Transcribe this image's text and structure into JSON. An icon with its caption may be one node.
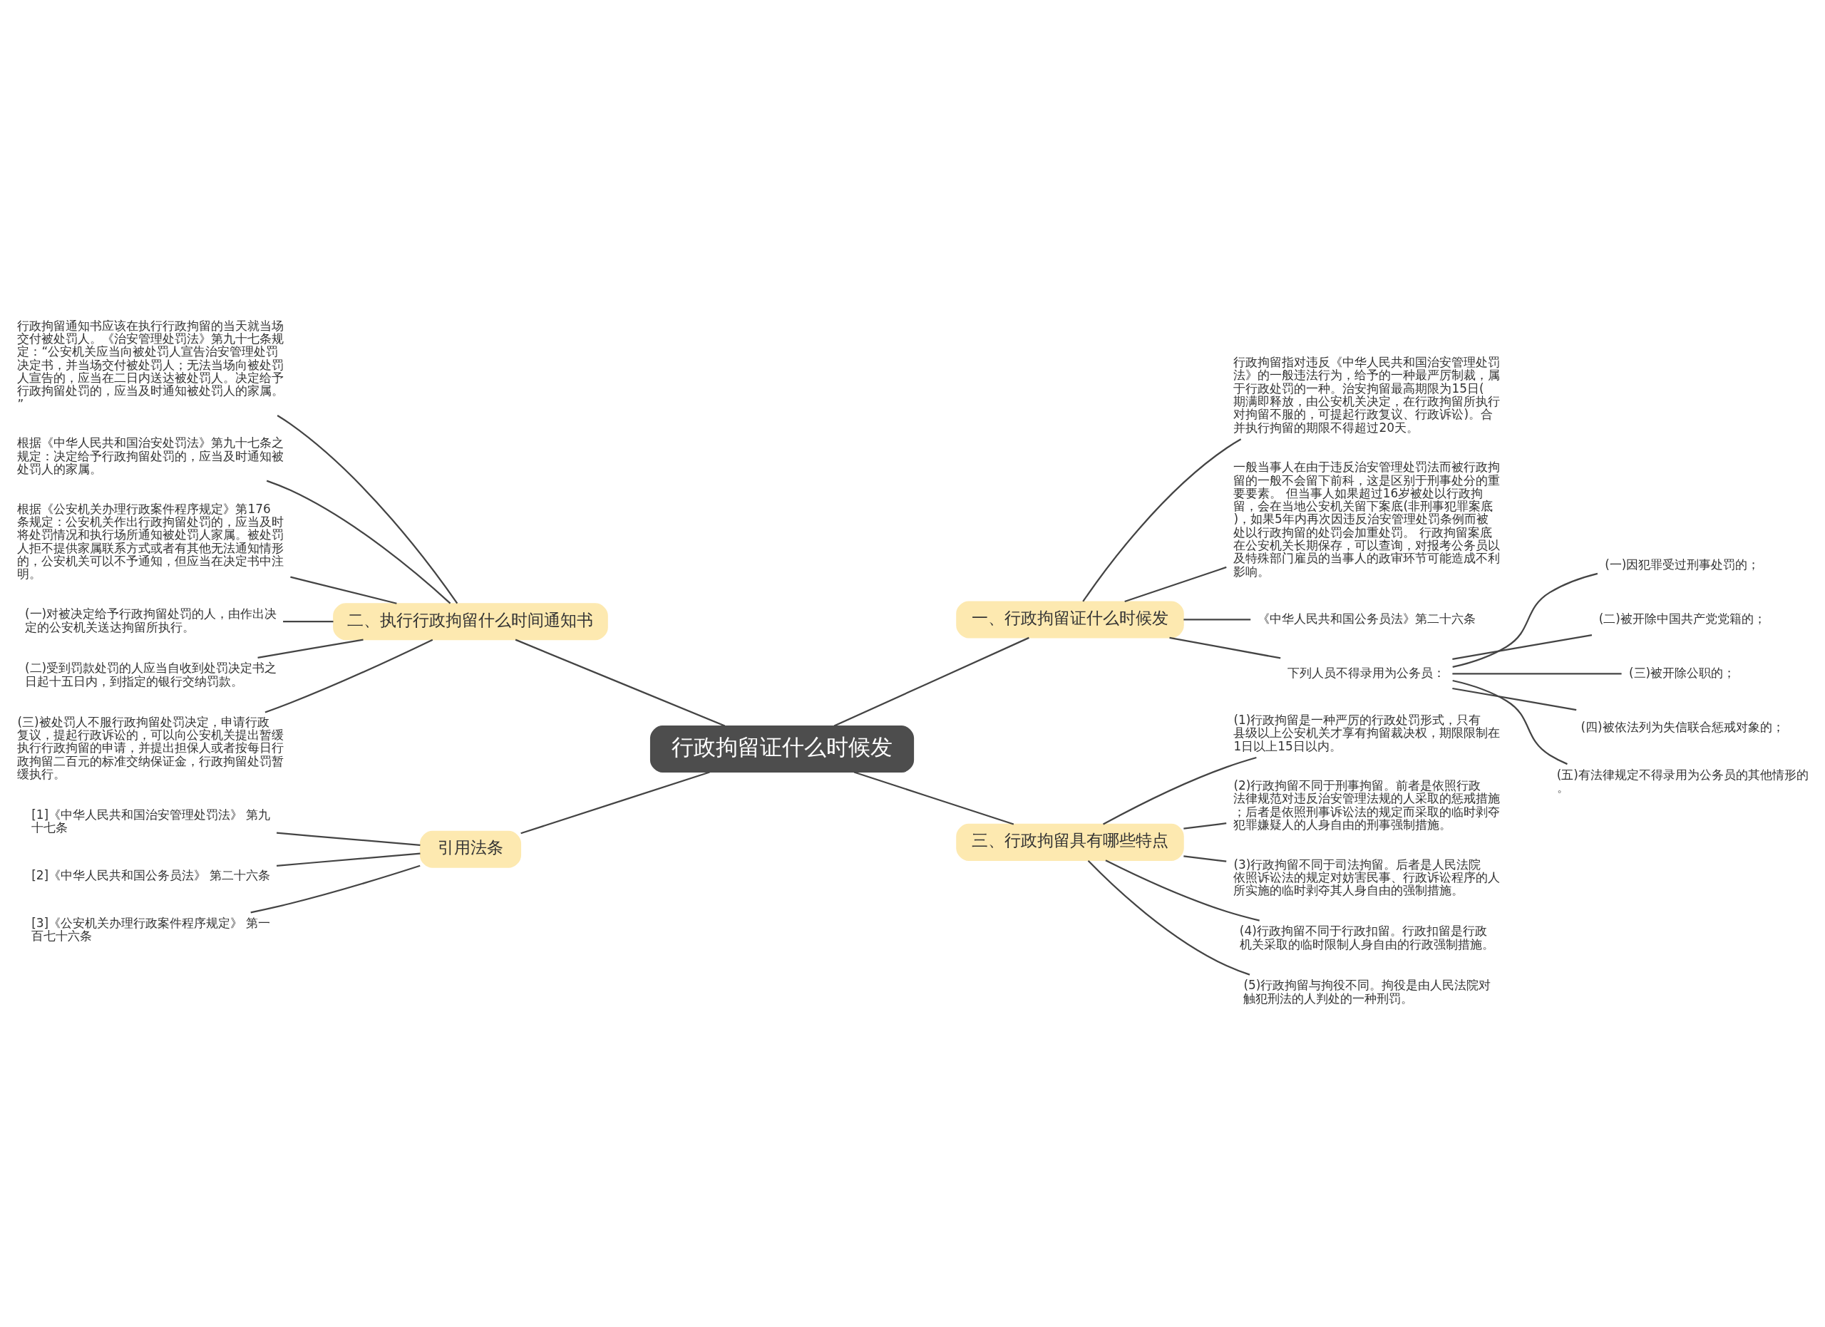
{
  "diagram": {
    "nodes": [
      {
        "text": [
          "行政拘留证什么时候发"
        ]
      },
      {
        "text": [
          "一、行政拘留证什么时候发"
        ]
      },
      {
        "text": [
          "行政拘留指对违反《中华人民共和国治安管理处罚法》的一般违法行为，给予的一种最严厉制裁，属于行政处罚的一种。治安拘留最高期限为15日(期满即释放，由公安机关决定，在行政拘留所执行对拘留不服的，可提起行政复议、行政诉讼)。合并执行拘留的期限不得超过20天。"
        ]
      },
      {
        "text": [
          "一般当事人在由于违反治安管理处罚法而被行政拘留的一般不会留下前科，这是区别于刑事处分的重要要素。 但当事人如果超过16岁被处以行政拘留，会在当地公安机关留下案底(非刑事犯罪案底)，如果5年内再次因违反治安管理处罚条例而被处以行政拘留的处罚会加重处罚。 行政拘留案底在公安机关长期保存，可以查询，对报考公务员以及特殊部门雇员的当事人的政审环节可能造成不利影响。"
        ]
      },
      {
        "text": [
          "《中华人民共和国公务员法》第二十六条"
        ]
      },
      {
        "text": [
          "下列人员不得录用为公务员："
        ]
      },
      {
        "text": [
          "(一)因犯罪受过刑事处罚的；"
        ]
      },
      {
        "text": [
          "(二)被开除中国共产党党籍的；"
        ]
      },
      {
        "text": [
          "(三)被开除公职的；"
        ]
      },
      {
        "text": [
          "(四)被依法列为失信联合惩戒对象的；"
        ]
      },
      {
        "text": [
          "(五)有法律规定不得录用为公务员的其他情形的。"
        ]
      },
      {
        "text": [
          "三、行政拘留具有哪些特点"
        ]
      },
      {
        "text": [
          "(1)行政拘留是一种严厉的行政处罚形式，只有县级以上公安机关才享有拘留裁决权，期限限制在1日以上15日以内。"
        ]
      },
      {
        "text": [
          "(2)行政拘留不同于刑事拘留。前者是依照行政法律规范对违反治安管理法规的人采取的惩戒措施；后者是依照刑事诉讼法的规定而采取的临时剥夺犯罪嫌疑人的人身自由的刑事强制措施。"
        ]
      },
      {
        "text": [
          "(3)行政拘留不同于司法拘留。后者是人民法院依照诉讼法的规定对妨害民事、行政诉讼程序的人所实施的临时剥夺其人身自由的强制措施。"
        ]
      },
      {
        "text": [
          "(4)行政拘留不同于行政扣留。行政扣留是行政机关采取的临时限制人身自由的行政强制措施。"
        ]
      },
      {
        "text": [
          "(5)行政拘留与拘役不同。拘役是由人民法院对触犯刑法的人判处的一种刑罚。"
        ]
      },
      {
        "text": [
          "二、执行行政拘留什么时间通知书"
        ]
      },
      {
        "text": [
          "行政拘留通知书应该在执行行政拘留的当天就当场交付被处罚人。《治安管理处罚法》第九十七条规定：“公安机关应当向被处罚人宣告治安管理处罚决定书，并当场交付被处罚人；无法当场向被处罚人宣告的，应当在二日内送达被处罚人。决定给予行政拘留处罚的，应当及时通知被处罚人的家属。”"
        ]
      },
      {
        "text": [
          "根据《中华人民共和国治安处罚法》第九十七条之规定：决定给予行政拘留处罚的，应当及时通知被处罚人的家属。"
        ]
      },
      {
        "text": [
          "根据《公安机关办理行政案件程序规定》第176条规定：公安机关作出行政拘留处罚的，应当及时将处罚情况和执行场所通知被处罚人家属。被处罚人拒不提供家属联系方式或者有其他无法通知情形的，公安机关可以不予通知，但应当在决定书中注明。"
        ]
      },
      {
        "text": [
          "(一)对被决定给予行政拘留处罚的人，由作出决定的公安机关送达拘留所执行。"
        ]
      },
      {
        "text": [
          "(二)受到罚款处罚的人应当自收到处罚决定书之日起十五日内，到指定的银行交纳罚款。"
        ]
      },
      {
        "text": [
          "(三)被处罚人不服行政拘留处罚决定，申请行政复议，提起行政诉讼的，可以向公安机关提出暂缓执行行政拘留的申请，并提出担保人或者按每日行政拘留二百元的标准交纳保证金，行政拘留处罚暂缓执行。"
        ]
      },
      {
        "text": [
          "引用法条"
        ]
      },
      {
        "text": [
          "[1]《中华人民共和国治安管理处罚法》 第九十七条"
        ]
      },
      {
        "text": [
          "[2]《中华人民共和国公务员法》 第二十六条"
        ]
      },
      {
        "text": [
          "[3]《公安机关办理行政案件程序规定》 第一百七十六条"
        ]
      }
    ],
    "edges": [
      {
        "from": 0,
        "to": 1,
        "arrow": "none"
      },
      {
        "from": 1,
        "to": 2,
        "arrow": "none"
      },
      {
        "from": 1,
        "to": 3,
        "arrow": "none"
      },
      {
        "from": 1,
        "to": 4,
        "arrow": "none"
      },
      {
        "from": 1,
        "to": 5,
        "arrow": "none"
      },
      {
        "from": 5,
        "to": 6,
        "arrow": "none"
      },
      {
        "from": 5,
        "to": 7,
        "arrow": "none"
      },
      {
        "from": 5,
        "to": 8,
        "arrow": "none"
      },
      {
        "from": 5,
        "to": 9,
        "arrow": "none"
      },
      {
        "from": 5,
        "to": 10,
        "arrow": "none"
      },
      {
        "from": 0,
        "to": 11,
        "arrow": "none"
      },
      {
        "from": 11,
        "to": 12,
        "arrow": "none"
      },
      {
        "from": 11,
        "to": 13,
        "arrow": "none"
      },
      {
        "from": 11,
        "to": 14,
        "arrow": "none"
      },
      {
        "from": 11,
        "to": 15,
        "arrow": "none"
      },
      {
        "from": 11,
        "to": 16,
        "arrow": "none"
      },
      {
        "from": 0,
        "to": 17,
        "arrow": "none"
      },
      {
        "from": 17,
        "to": 18,
        "arrow": "none"
      },
      {
        "from": 17,
        "to": 19,
        "arrow": "none"
      },
      {
        "from": 17,
        "to": 20,
        "arrow": "none"
      },
      {
        "from": 17,
        "to": 21,
        "arrow": "none"
      },
      {
        "from": 17,
        "to": 22,
        "arrow": "none"
      },
      {
        "from": 17,
        "to": 23,
        "arrow": "none"
      },
      {
        "from": 0,
        "to": 24,
        "arrow": "none"
      },
      {
        "from": 24,
        "to": 25,
        "arrow": "none"
      },
      {
        "from": 24,
        "to": 26,
        "arrow": "none"
      },
      {
        "from": 24,
        "to": 27,
        "arrow": "none"
      }
    ]
  }
}
